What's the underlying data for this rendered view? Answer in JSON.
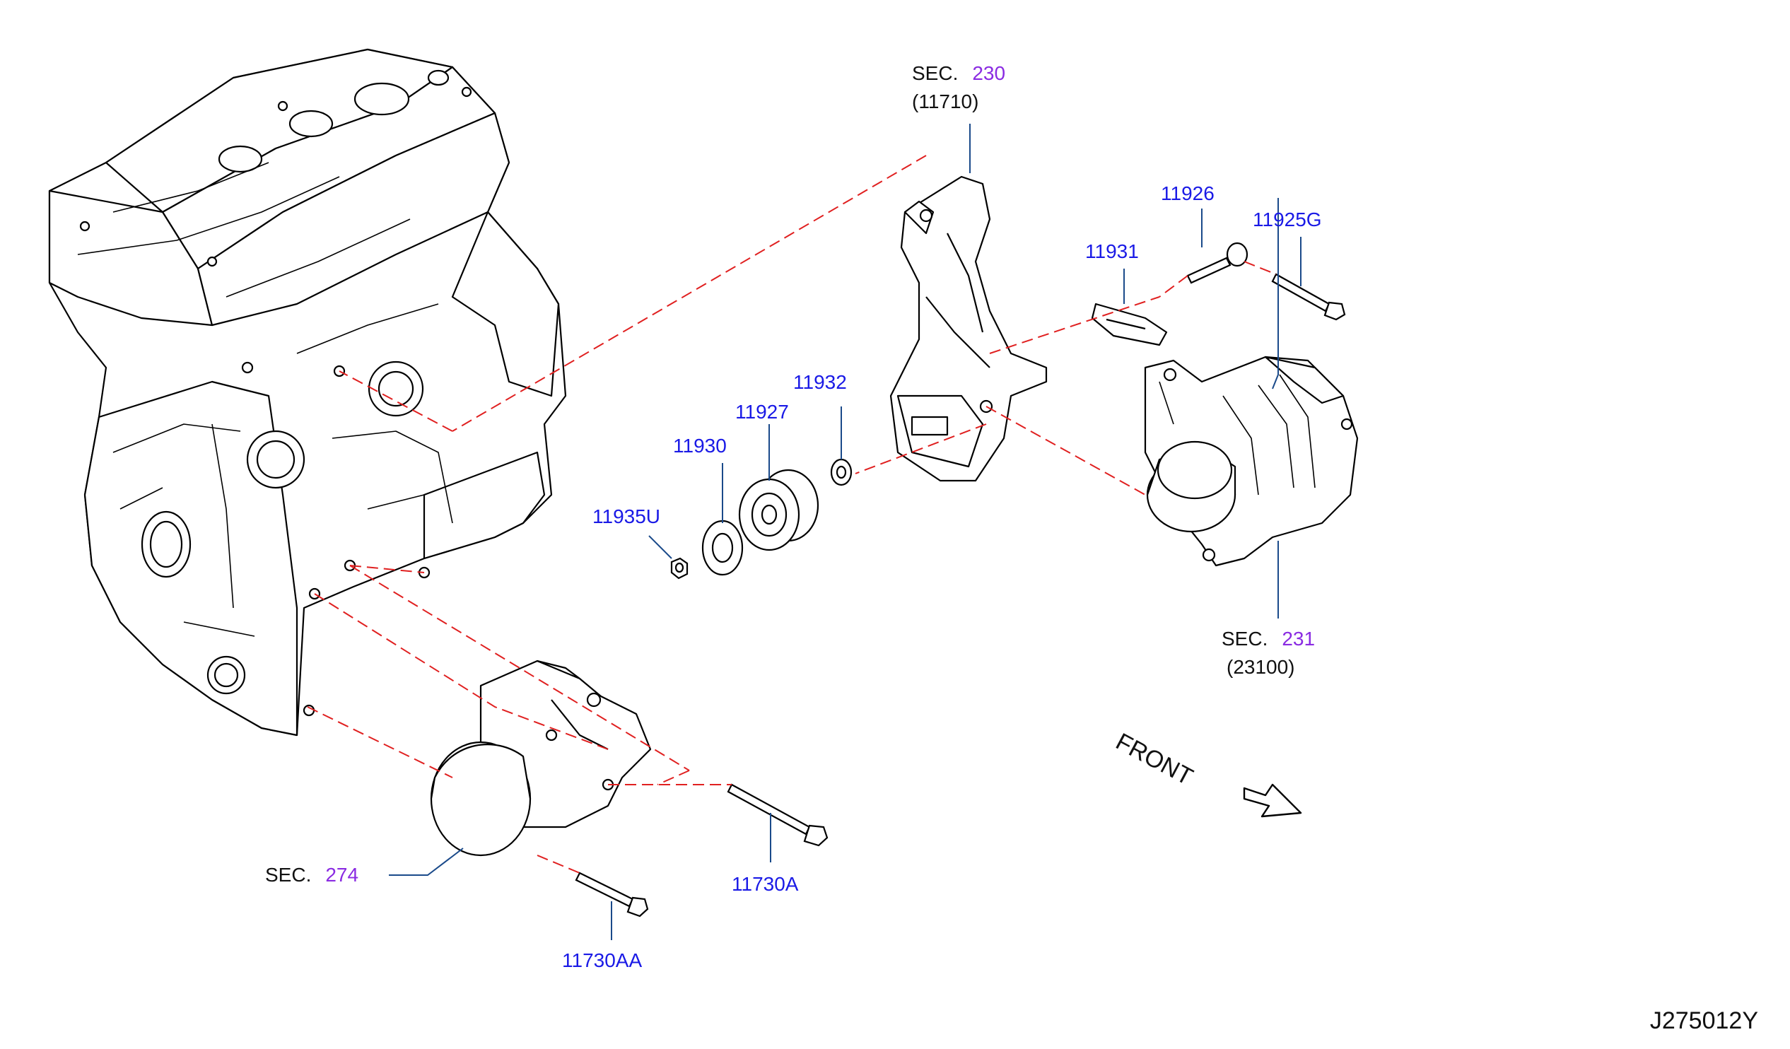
{
  "labels": {
    "sec230": {
      "prefix": "SEC.",
      "num": "230",
      "sub": "(11710)"
    },
    "sec231": {
      "prefix": "SEC.",
      "num": "231",
      "sub": "(23100)"
    },
    "sec274": {
      "prefix": "SEC.",
      "num": "274"
    },
    "p11926": "11926",
    "p11925G": "11925G",
    "p11931": "11931",
    "p11932": "11932",
    "p11927": "11927",
    "p11930": "11930",
    "p11935U": "11935U",
    "p11730A": "11730A",
    "p11730AA": "11730AA"
  },
  "front_label": "FRONT",
  "diagram_ref": "J275012Y",
  "colors": {
    "part_number": "#1a1ae6",
    "section_number": "#8a2be2",
    "leader_line": "#1a4a8a",
    "dashed_line": "#e02020",
    "linework": "#000000"
  }
}
